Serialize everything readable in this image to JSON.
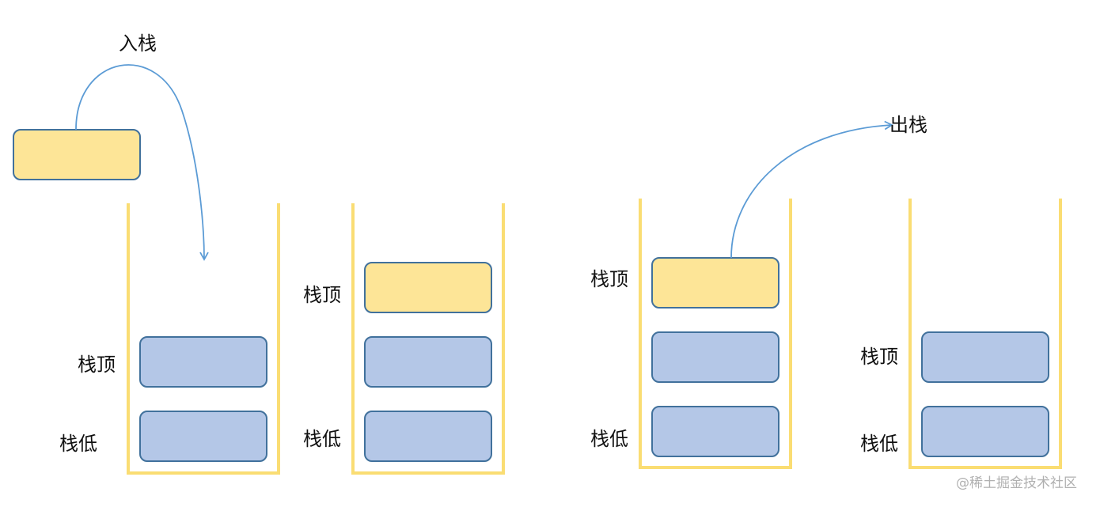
{
  "labels": {
    "push": "入栈",
    "pop": "出栈",
    "top": "栈顶",
    "bottom": "栈低"
  },
  "watermark": "@稀土掘金技术社区",
  "colors": {
    "stack_wall": "#fadd73",
    "block_blue_fill": "#b4c7e7",
    "block_yellow_fill": "#fde597",
    "block_stroke": "#41719c",
    "arrow": "#5b9bd5"
  }
}
